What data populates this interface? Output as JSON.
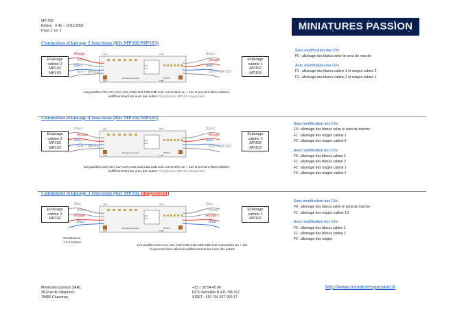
{
  "header": {
    "ref": "MP 402",
    "edition": "Edition : 0.4b – 16/11/2009",
    "page": "Page 2 sur 2"
  },
  "logo": {
    "text": "MINIATURES PASSION"
  },
  "sections": [
    {
      "title_main": "Connexion éclairage 2 fonctions (Kit MP102/MP103)",
      "title_emph": "",
      "left_cabin": [
        "Eclairage",
        "cabine 2",
        "MP102",
        "MP103"
      ],
      "right_cabin": [
        "Eclairage",
        "cabine 1",
        "MP102",
        "MP103"
      ],
      "wires_left": [
        "Rouge",
        "Blanc",
        "Bleu",
        "Gris – MP102"
      ],
      "wires_right": [
        "Blanc",
        "Rouge",
        "Bleu",
        "Gris – MP102"
      ],
      "note": "Les pastilles C0A,C1A,C2A,C3A,C0B,C1B,C2B,C3B sont connectées au + 12v et peuvent êtres utilisées",
      "note2": "indifféremment les unes des autres",
      "note2_grey": "Fils gris pour MP102 uniquement",
      "cv": [
        {
          "type": "h",
          "text": "Sans modification des CVs"
        },
        {
          "type": "t",
          "text": "F0 : allumage des blancs selon le sens de marche"
        },
        {
          "type": "gap",
          "text": ""
        },
        {
          "type": "h",
          "text": "Avec modification des CVs"
        },
        {
          "type": "t",
          "text": "F1 : allumage des blancs cabine 1 et rouges cabine 2"
        },
        {
          "type": "t",
          "text": "F2 : allumage des blancs cabine 2 et rouges cabine 1"
        }
      ]
    },
    {
      "title_main": "Connexion éclairage 4 fonctions (Kit MP102/MP103)",
      "title_emph": "",
      "left_cabin": [
        "Eclairage",
        "cabine 2",
        "MP102",
        "MP103"
      ],
      "right_cabin": [
        "Eclairage",
        "cabine 1",
        "MP102",
        "MP103"
      ],
      "wires_left": [
        "Blanc",
        "Rouge",
        "Bleu",
        "Gris – MP102"
      ],
      "wires_right": [
        "Blanc",
        "Rouge",
        "Bleu",
        "Gris – MP102"
      ],
      "note": "Les pastilles C0A,C1A,C2A,C3A,C0B,C1B,C2B,C3B sont connectées au + 12v et peuvent êtres utilisées",
      "note2": "indifféremment les unes des autres",
      "note2_grey": "Fils gris pour MP102 uniquement",
      "cv": [
        {
          "type": "h",
          "text": "Sans modification des CVs"
        },
        {
          "type": "t",
          "text": "F0 : allumage des blancs selon le sens de marche"
        },
        {
          "type": "t",
          "text": "F1 : allumage des rouges cabine 1"
        },
        {
          "type": "t",
          "text": "F2 : allumage des rouges cabine 2"
        },
        {
          "type": "gap",
          "text": ""
        },
        {
          "type": "h",
          "text": "Avec modification des CVs"
        },
        {
          "type": "t",
          "text": "F0 : allumage des blancs cabine 1"
        },
        {
          "type": "t",
          "text": "F1 : allumage des blancs cabine 2"
        },
        {
          "type": "t",
          "text": "F2 : allumage des rouges cabine 1"
        },
        {
          "type": "t",
          "text": "F3 : allumage des rouges cabine 2"
        }
      ]
    },
    {
      "title_main": "Connexion éclairage 3 fonctions (Kit MP102 ",
      "title_emph": "uniquement)",
      "left_cabin": [
        "Eclairage",
        "cabine 2",
        "MP102"
      ],
      "right_cabin": [
        "Eclairage",
        "cabine 1",
        "MP102"
      ],
      "wires_left": [
        "Gris",
        "Blanc",
        "Rouge",
        "Bleu"
      ],
      "wires_right": [
        "Gris",
        "Blanc",
        "Rouge",
        "Bleu"
      ],
      "resist": [
        "Resistances",
        "1 à 2 Kohms"
      ],
      "note": "Les pastilles C0A,C1A,C2A,C3A,C0B,C1B,C2B,C3B sont connectées au + 12v",
      "note2": "et peuvent êtres utilisées indifféremment les unes des autres",
      "note2_grey": "",
      "cv": [
        {
          "type": "h",
          "text": "Sans modification des CVs"
        },
        {
          "type": "t",
          "text": "F0 : allumage des blancs selon le sens de marche"
        },
        {
          "type": "t",
          "text": "F1 : allumage des rouges cabine 1/2"
        },
        {
          "type": "gap",
          "text": ""
        },
        {
          "type": "h",
          "text": "Avec modification des CVs"
        },
        {
          "type": "t",
          "text": "F0 : allumage des blancs cabine 1"
        },
        {
          "type": "t",
          "text": "F1 : allumage des blancs cabine 2"
        },
        {
          "type": "t",
          "text": "F2 : allumage des rouges"
        }
      ]
    }
  ],
  "board_labels": [
    "TLA",
    "TRA",
    "TLB",
    "TRB",
    "C0A",
    "C1A",
    "C2A",
    "C3A",
    "C0B",
    "C1B",
    "C2B",
    "C3B",
    "GND",
    "F0",
    "F1",
    "F2",
    "F3",
    "Miniatures Passion",
    "MP102"
  ],
  "footer": {
    "company": [
      "Miniatures passion SARL",
      "38 Rue de Villepreux",
      "78450 Chavenay"
    ],
    "contact": [
      "+33 1 30 54 45 60",
      "RCS Versailles B 411 766 927",
      "SIRET : 410 766 927 000 17"
    ],
    "url": "http://www.miniaturespassion.fr"
  },
  "colors": {
    "title_blue": "#4a7fd0",
    "red": "#e23a2a",
    "wire_blue": "#3d6fd6",
    "wire_grey": "#888888"
  }
}
